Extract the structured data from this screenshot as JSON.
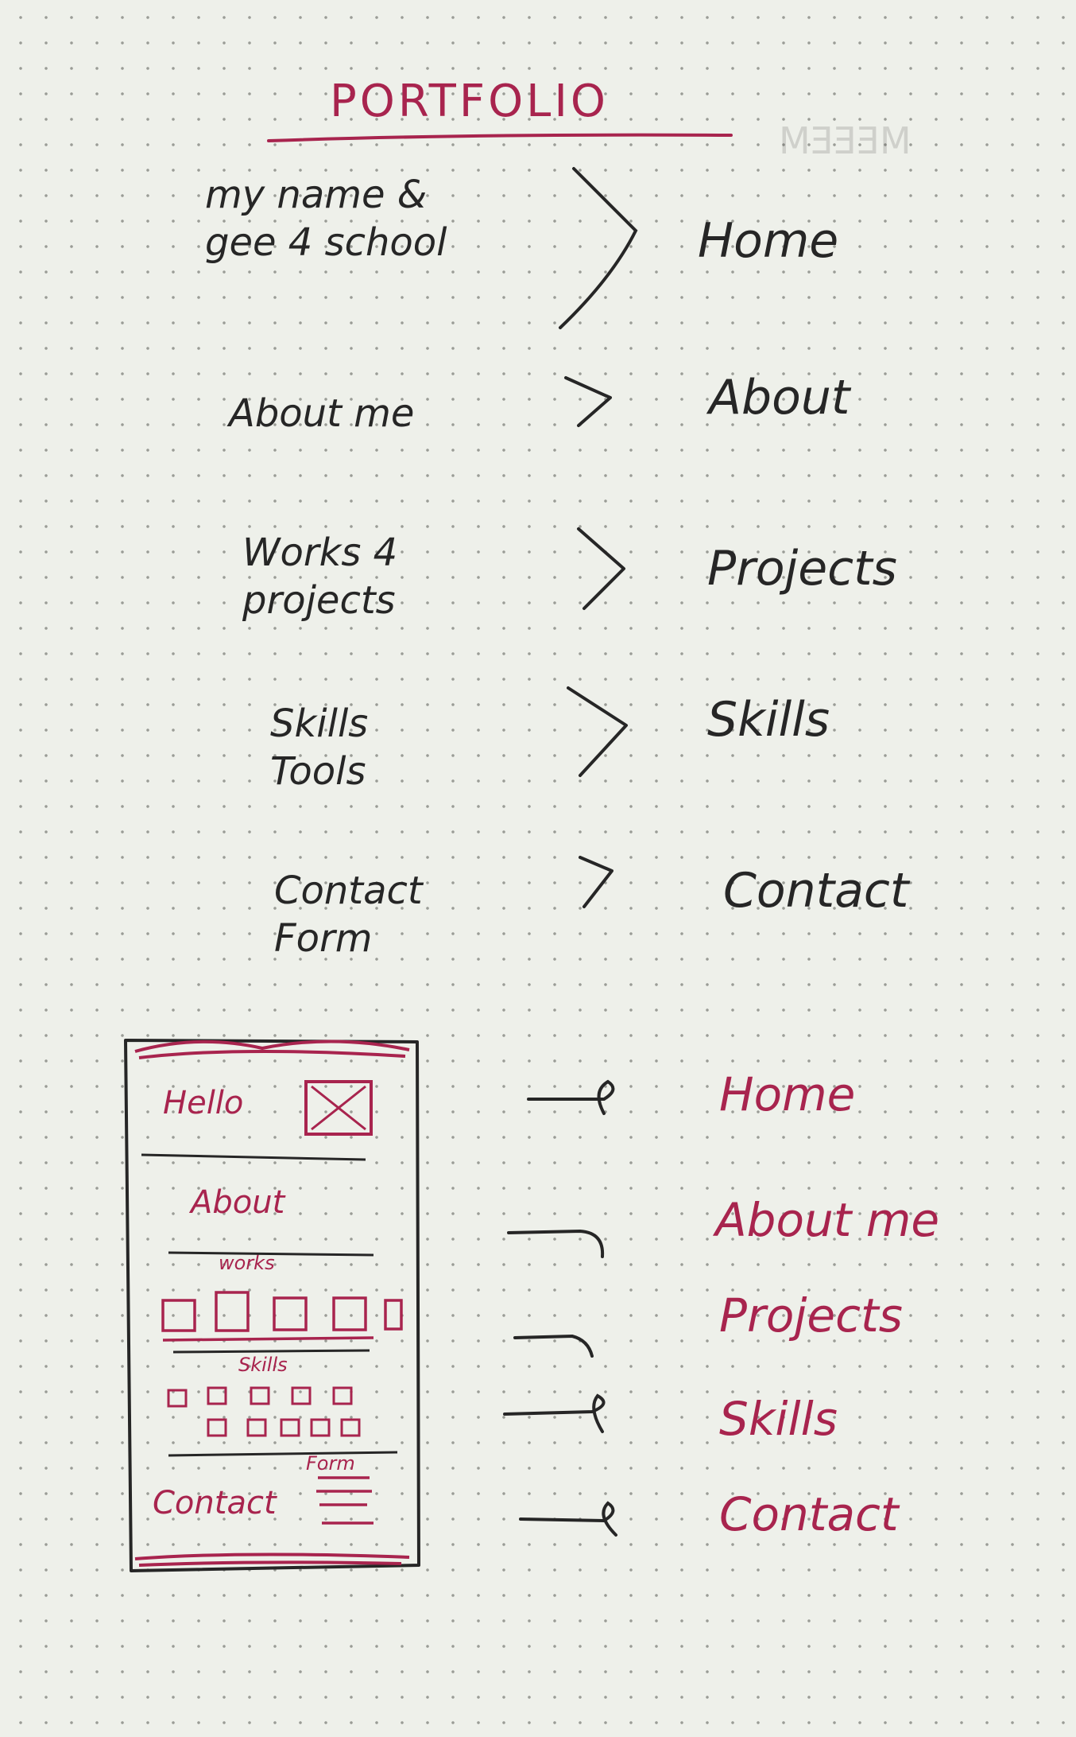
{
  "title": "PORTFOLIO",
  "sitemap": [
    {
      "left": "my name & gee 4 school",
      "right": "Home"
    },
    {
      "left": "About me",
      "right": "About"
    },
    {
      "left": "Works 4 projects",
      "right": "Projects"
    },
    {
      "left": "Skills Tools",
      "right": "Skills"
    },
    {
      "left": "Contact Form",
      "right": "Contact"
    }
  ],
  "wireframe": {
    "hello": "Hello",
    "about": "About",
    "works": "works",
    "skills": "Skills",
    "form": "Form",
    "contact": "Contact"
  },
  "sections": [
    "Home",
    "About me",
    "Projects",
    "Skills",
    "Contact"
  ],
  "colors": {
    "ink": "#262626",
    "red_ink": "#a8244e",
    "paper": "#eef0ea"
  }
}
